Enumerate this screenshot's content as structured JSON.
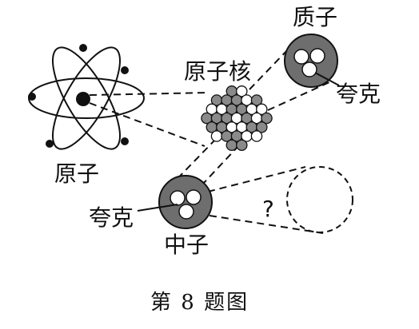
{
  "labels": {
    "atom": "原子",
    "nucleus": "原子核",
    "proton": "质子",
    "quark_proton": "夸克",
    "quark_neutron": "夸克",
    "neutron": "中子",
    "unknown": "?"
  },
  "caption": "第 8 题图",
  "colors": {
    "ink": "#111111",
    "neutron_fill": "#6e6e6e",
    "proton_fill": "#ffffff",
    "ball_fill": "#8a8a8a"
  },
  "icons": {
    "atom": "atom-icon",
    "nucleus": "nucleus-icon",
    "proton": "proton-icon",
    "neutron": "neutron-icon",
    "unknown": "unknown-particle-icon"
  }
}
